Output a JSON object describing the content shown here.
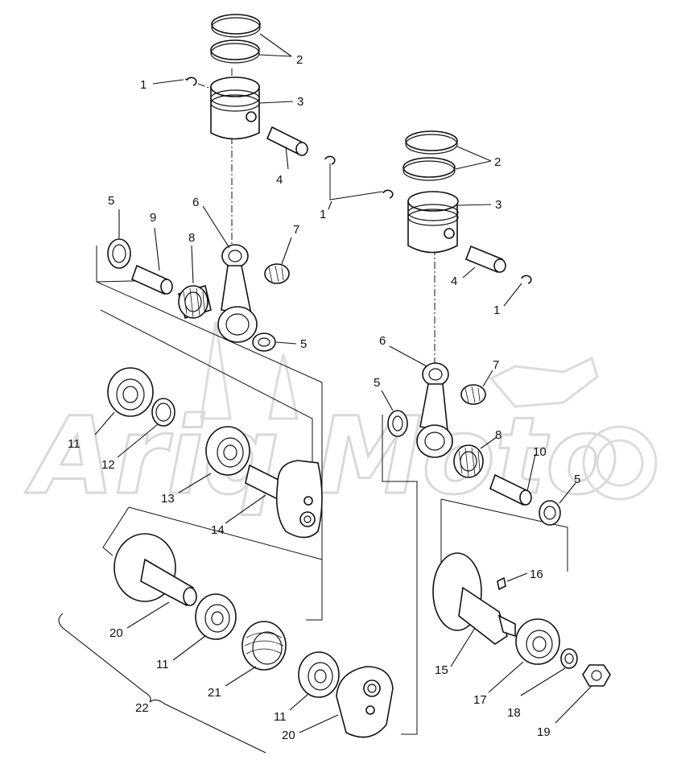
{
  "watermark": {
    "text": "Ariq Moto"
  },
  "callouts": [
    {
      "id": "c2a",
      "text": "2"
    },
    {
      "id": "c1a",
      "text": "1"
    },
    {
      "id": "c3a",
      "text": "3"
    },
    {
      "id": "c4a",
      "text": "4"
    },
    {
      "id": "c2b",
      "text": "2"
    },
    {
      "id": "c1b",
      "text": "1"
    },
    {
      "id": "c3b",
      "text": "3"
    },
    {
      "id": "c5a",
      "text": "5"
    },
    {
      "id": "c9",
      "text": "9"
    },
    {
      "id": "c6a",
      "text": "6"
    },
    {
      "id": "c7a",
      "text": "7"
    },
    {
      "id": "c8a",
      "text": "8"
    },
    {
      "id": "c4b",
      "text": "4"
    },
    {
      "id": "c1c",
      "text": "1"
    },
    {
      "id": "c5b",
      "text": "5"
    },
    {
      "id": "c6b",
      "text": "6"
    },
    {
      "id": "c7b",
      "text": "7"
    },
    {
      "id": "c5c",
      "text": "5"
    },
    {
      "id": "c11a",
      "text": "11"
    },
    {
      "id": "c12",
      "text": "12"
    },
    {
      "id": "c13",
      "text": "13"
    },
    {
      "id": "c8b",
      "text": "8"
    },
    {
      "id": "c10",
      "text": "10"
    },
    {
      "id": "c5d",
      "text": "5"
    },
    {
      "id": "c14",
      "text": "14"
    },
    {
      "id": "c16",
      "text": "16"
    },
    {
      "id": "c20a",
      "text": "20"
    },
    {
      "id": "c11b",
      "text": "11"
    },
    {
      "id": "c15",
      "text": "15"
    },
    {
      "id": "c21",
      "text": "21"
    },
    {
      "id": "c17",
      "text": "17"
    },
    {
      "id": "c11c",
      "text": "11"
    },
    {
      "id": "c18",
      "text": "18"
    },
    {
      "id": "c22",
      "text": "22"
    },
    {
      "id": "c20b",
      "text": "20"
    },
    {
      "id": "c19",
      "text": "19"
    }
  ]
}
